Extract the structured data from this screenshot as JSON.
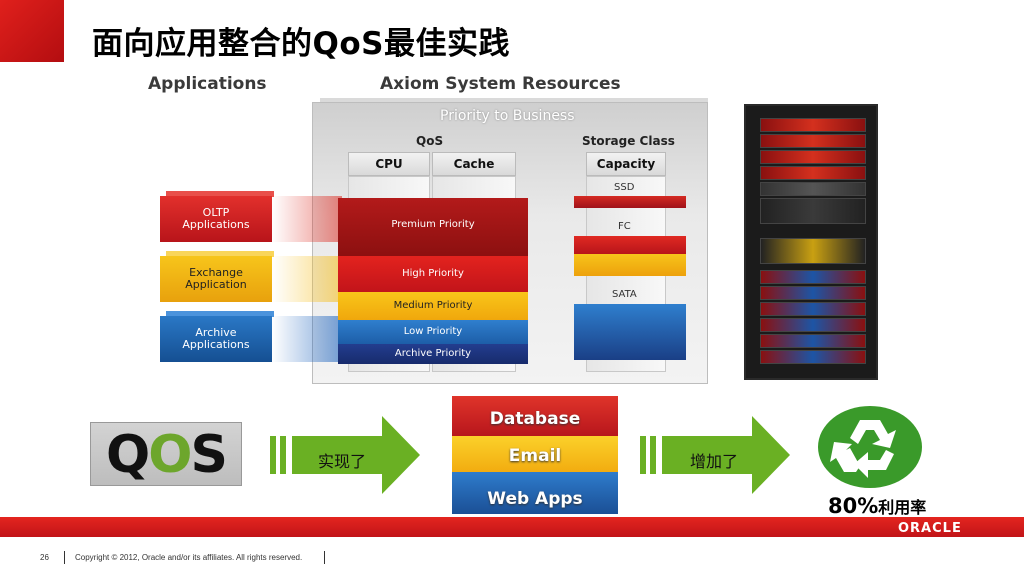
{
  "slide": {
    "title": "面向应用整合的QoS最佳实践"
  },
  "diagram": {
    "applications_header": "Applications",
    "axiom_header": "Axiom System Resources",
    "panel_title": "Priority to Business",
    "qos_label": "QoS",
    "storage_class_label": "Storage Class",
    "cpu_label": "CPU",
    "cache_label": "Cache",
    "capacity_label": "Capacity",
    "apps": [
      {
        "label_line1": "OLTP",
        "label_line2": "Applications"
      },
      {
        "label_line1": "Exchange",
        "label_line2": "Application"
      },
      {
        "label_line1": "Archive",
        "label_line2": "Applications"
      }
    ],
    "priorities": {
      "premium": "Premium Priority",
      "high": "High Priority",
      "medium": "Medium Priority",
      "low": "Low Priority",
      "archive": "Archive Priority"
    },
    "storage_tiers": {
      "ssd": "SSD",
      "fc": "FC",
      "sata": "SATA"
    }
  },
  "flow": {
    "qos_logo_q": "Q",
    "qos_logo_o": "O",
    "qos_logo_s": "S",
    "arrow1_text": "实现了",
    "arrow2_text": "增加了",
    "stack": {
      "database": "Database",
      "email": "Email",
      "webapps": "Web Apps"
    },
    "utilization_pct": "80%",
    "utilization_text": "利用率"
  },
  "footer": {
    "page_number": "26",
    "copyright": "Copyright © 2012, Oracle and/or its affiliates. All rights reserved.",
    "brand": "ORACLE"
  },
  "colors": {
    "brand_red": "#c8161b",
    "qos_green": "#6da62c",
    "arrow_green": "#6ab023",
    "recycle_green": "#3a9a2a"
  }
}
